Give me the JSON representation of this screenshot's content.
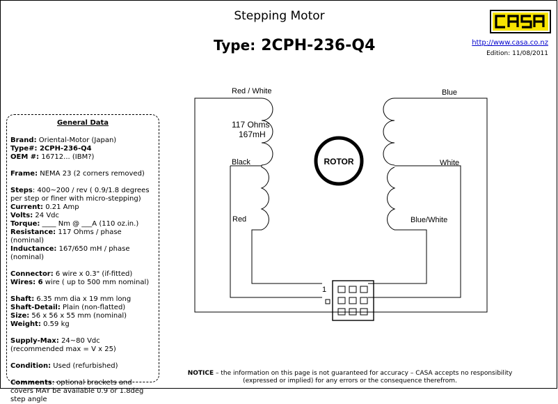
{
  "header": {
    "title": "Stepping Motor",
    "type_label": "Type:",
    "type_value": "2CPH-236-Q4",
    "logo_text": "CASA",
    "website": "http://www.casa.co.nz",
    "edition": "Edition: 11/08/2011"
  },
  "general_data": {
    "title": "General Data",
    "groups": [
      [
        {
          "key": "Brand:",
          "value": " Oriental-Motor (Japan)"
        },
        {
          "key": "Type#:",
          "value": " 2CPH-236-Q4",
          "bold_value": true
        },
        {
          "key": "OEM #:",
          "value": " 16712... (IBM?)"
        }
      ],
      [
        {
          "key": "Frame:",
          "value": " NEMA 23 (2 corners removed)"
        }
      ],
      [
        {
          "key": "Steps",
          "value": ": 400~200 / rev ( 0.9/1.8 degrees per step or finer with micro-stepping)"
        },
        {
          "key": "Current:",
          "value": " 0.21  Amp"
        },
        {
          "key": "Volts:",
          "value": " 24 Vdc"
        },
        {
          "key": "Torque:",
          "value": "  ____ Nm @ ___A (110 oz.in.)"
        },
        {
          "key": "Resistance:",
          "value": " 117 Ohms / phase (nominal)"
        },
        {
          "key": "Inductance:",
          "value": " 167/650 mH / phase (nominal)"
        }
      ],
      [
        {
          "key": "Connector:",
          "value": "  6 wire x 0.3\" (if-fitted)"
        },
        {
          "key": "Wires: 6",
          "value": " wire ( up to 500 mm nominal)"
        }
      ],
      [
        {
          "key": "Shaft:",
          "value": " 6.35 mm dia x 19 mm long"
        },
        {
          "key": "Shaft-Detail:",
          "value": " Plain (non-flatted)"
        },
        {
          "key": "Size:",
          "value": " 56 x 56 x 55 mm (nominal)"
        },
        {
          "key": "Weight:",
          "value": " 0.59 kg"
        }
      ],
      [
        {
          "key": "Supply-Max:",
          "value": " 24~80 Vdc (recommended max = V x 25)"
        }
      ],
      [
        {
          "key": "Condition:",
          "value": " Used  (refurbished)"
        }
      ],
      [
        {
          "key": "Comments",
          "value": ": optional brackets and covers MAY be available 0.9 or 1.8deg step angle"
        }
      ]
    ]
  },
  "diagram": {
    "label_red_white": "Red / White",
    "label_blue": "Blue",
    "label_resistance": "117 Ohms",
    "label_inductance": "167mH",
    "label_black": "Black",
    "label_white": "White",
    "label_rotor": "ROTOR",
    "label_red": "Red",
    "label_blue_white": "Blue/White",
    "label_pin1": "1"
  },
  "notice": {
    "key": "NOTICE",
    "text": " – the information on this page is not guaranteed for accuracy – CASA accepts no responsibility (expressed or implied) for any errors or the consequence therefrom."
  },
  "colors": {
    "logo_yellow": "#f7e300",
    "link_blue": "#0000cc"
  }
}
